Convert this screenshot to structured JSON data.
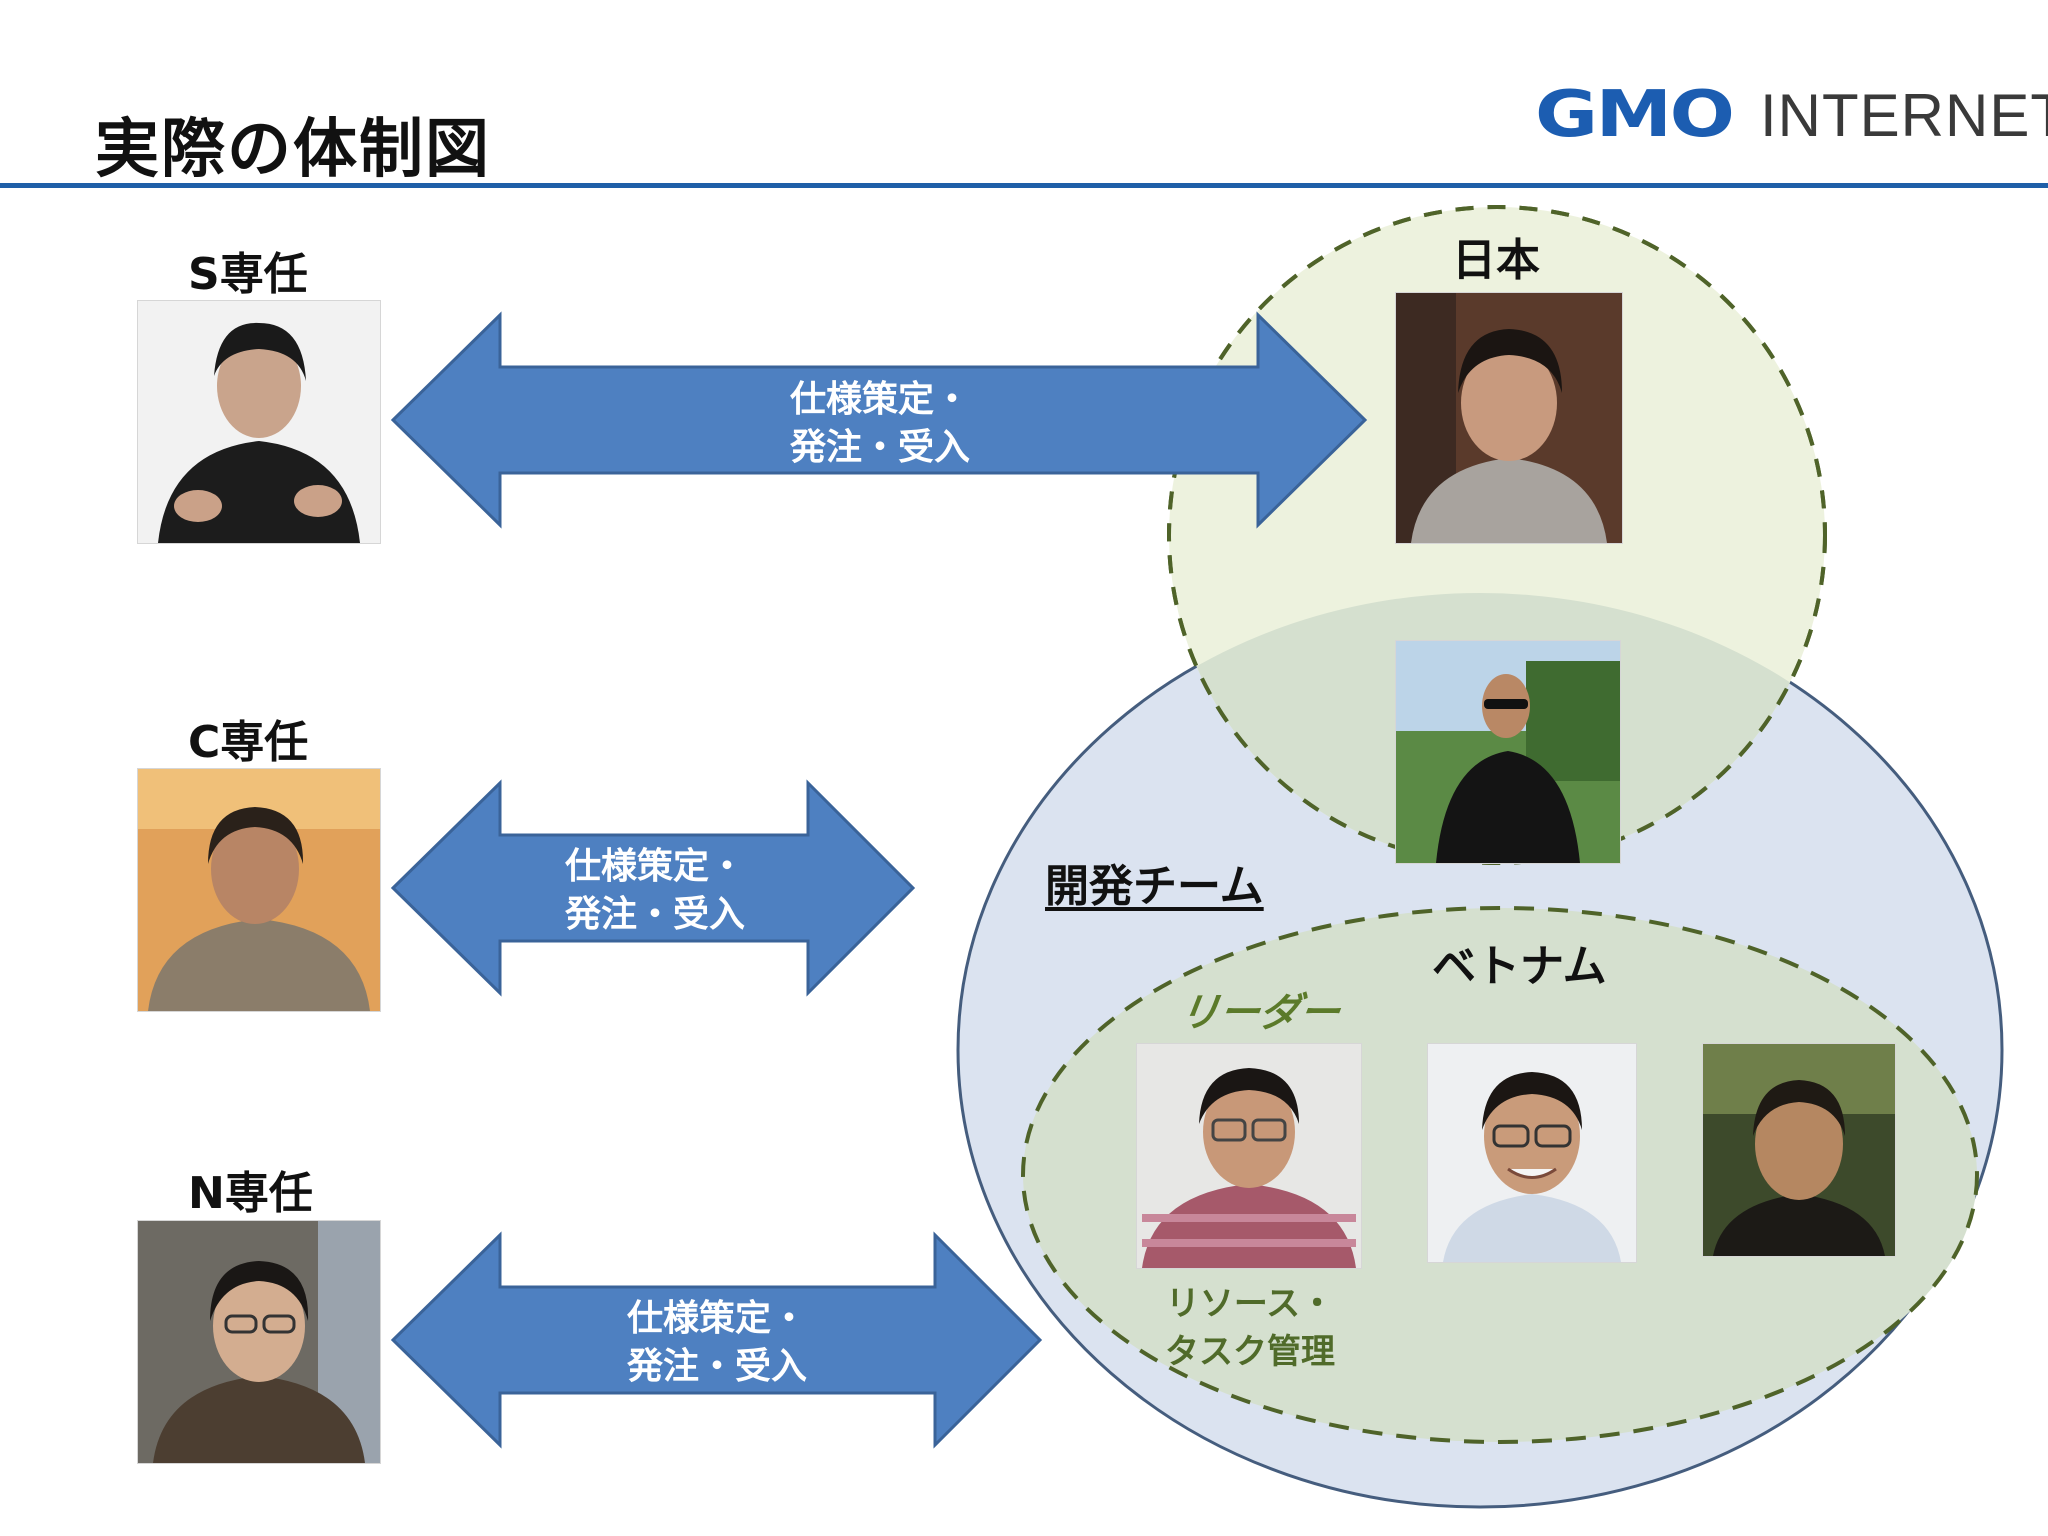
{
  "title": "実際の体制図",
  "logo": {
    "brand": "GMO",
    "suffix": "INTERNET"
  },
  "roles": [
    {
      "label": "S専任",
      "arrow_line1": "仕様策定・",
      "arrow_line2": "発注・受入"
    },
    {
      "label": "C専任",
      "arrow_line1": "仕様策定・",
      "arrow_line2": "発注・受入"
    },
    {
      "label": "N専任",
      "arrow_line1": "仕様策定・",
      "arrow_line2": "発注・受入"
    }
  ],
  "japan": {
    "label": "日本"
  },
  "team": {
    "label": "開発チーム"
  },
  "vietnam": {
    "label": "ベトナム",
    "leader_label": "リーダー",
    "task_line1": "リソース・",
    "task_line2": "タスク管理"
  },
  "colors": {
    "arrow": "#4e80c1",
    "arrow_border": "#3a6399",
    "japan_fill": "#edf2de",
    "team_fill": "#dbe3f0",
    "overlap_fill": "#d5e0cf",
    "dashed": "#4f6329",
    "team_border": "#455d7e",
    "accent": "#1f5fa8"
  }
}
